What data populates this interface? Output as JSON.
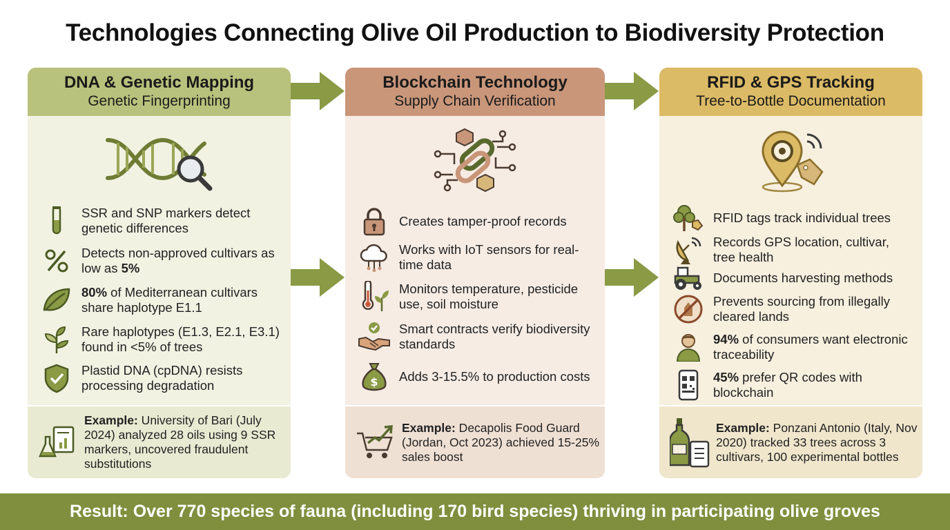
{
  "title": "Technologies Connecting Olive Oil Production to Biodiversity Protection",
  "columns": {
    "dna": {
      "title": "DNA & Genetic Mapping",
      "subtitle": "Genetic Fingerprinting",
      "hero_icon": "dna-magnifier-icon",
      "items": [
        {
          "icon": "test-tube-icon",
          "pre": "",
          "bold": "",
          "text": "SSR and SNP markers detect genetic differences"
        },
        {
          "icon": "percent-icon",
          "pre": "Detects non-approved cultivars as low as ",
          "bold": "5%",
          "text": ""
        },
        {
          "icon": "leaf-icon",
          "pre": "",
          "bold": "80%",
          "text": " of Mediterranean cultivars share haplotype E1.1"
        },
        {
          "icon": "sprout-icon",
          "pre": "",
          "bold": "",
          "text": "Rare haplotypes (E1.3, E2.1, E3.1) found in <5% of trees"
        },
        {
          "icon": "shield-check-icon",
          "pre": "",
          "bold": "",
          "text": "Plastid DNA (cpDNA) resists processing degradation"
        }
      ],
      "example": {
        "icon": "lab-report-icon",
        "label": "Example:",
        "text": " University of Bari (July 2024) analyzed 28 oils using 9 SSR markers, uncovered fraudulent substitutions"
      }
    },
    "blockchain": {
      "title": "Blockchain Technology",
      "subtitle": "Supply Chain Verification",
      "hero_icon": "chain-link-network-icon",
      "items": [
        {
          "icon": "padlock-icon",
          "pre": "",
          "bold": "",
          "text": "Creates tamper-proof records"
        },
        {
          "icon": "cloud-network-icon",
          "pre": "",
          "bold": "",
          "text": "Works with IoT sensors for real-time data"
        },
        {
          "icon": "thermometer-plant-icon",
          "pre": "",
          "bold": "",
          "text": "Monitors temperature, pesticide use, soil moisture"
        },
        {
          "icon": "handshake-check-icon",
          "pre": "",
          "bold": "",
          "text": "Smart contracts verify biodiversity standards"
        },
        {
          "icon": "money-bag-icon",
          "pre": "",
          "bold": "",
          "text": "Adds 3-15.5% to production costs"
        }
      ],
      "example": {
        "icon": "cart-growth-icon",
        "label": "Example:",
        "text": " Decapolis Food Guard (Jordan, Oct 2023) achieved 15-25% sales boost"
      }
    },
    "rfid": {
      "title": "RFID & GPS Tracking",
      "subtitle": "Tree-to-Bottle Documentation",
      "hero_icon": "location-pin-tag-icon",
      "items": [
        {
          "icon": "tree-tag-icon",
          "pre": "",
          "bold": "",
          "text": "RFID tags track individual trees"
        },
        {
          "icon": "satellite-dish-icon",
          "pre": "",
          "bold": "",
          "text": "Records GPS location, cultivar, tree health"
        },
        {
          "icon": "tractor-icon",
          "pre": "",
          "bold": "",
          "text": "Documents harvesting methods"
        },
        {
          "icon": "no-deforestation-icon",
          "pre": "",
          "bold": "",
          "text": "Prevents sourcing from illegally cleared lands"
        },
        {
          "icon": "person-icon",
          "pre": "",
          "bold": "94%",
          "text": " of consumers want electronic traceability"
        },
        {
          "icon": "qr-phone-icon",
          "pre": "",
          "bold": "45%",
          "text": " prefer QR codes with blockchain"
        }
      ],
      "example": {
        "icon": "bottle-tablet-icon",
        "label": "Example:",
        "text": " Ponzani Antonio (Italy, Nov 2020) tracked 33 trees across 3 cultivars, 100 experimental bottles"
      }
    }
  },
  "result": "Result: Over 770 species of fauna (including 170 bird species) thriving in participating olive groves",
  "colors": {
    "dna_header": "#b9c27c",
    "blockchain_header": "#c9967a",
    "rfid_header": "#dcbb66",
    "arrow": "#8a9a45",
    "result_bar": "#7f8f3e"
  }
}
